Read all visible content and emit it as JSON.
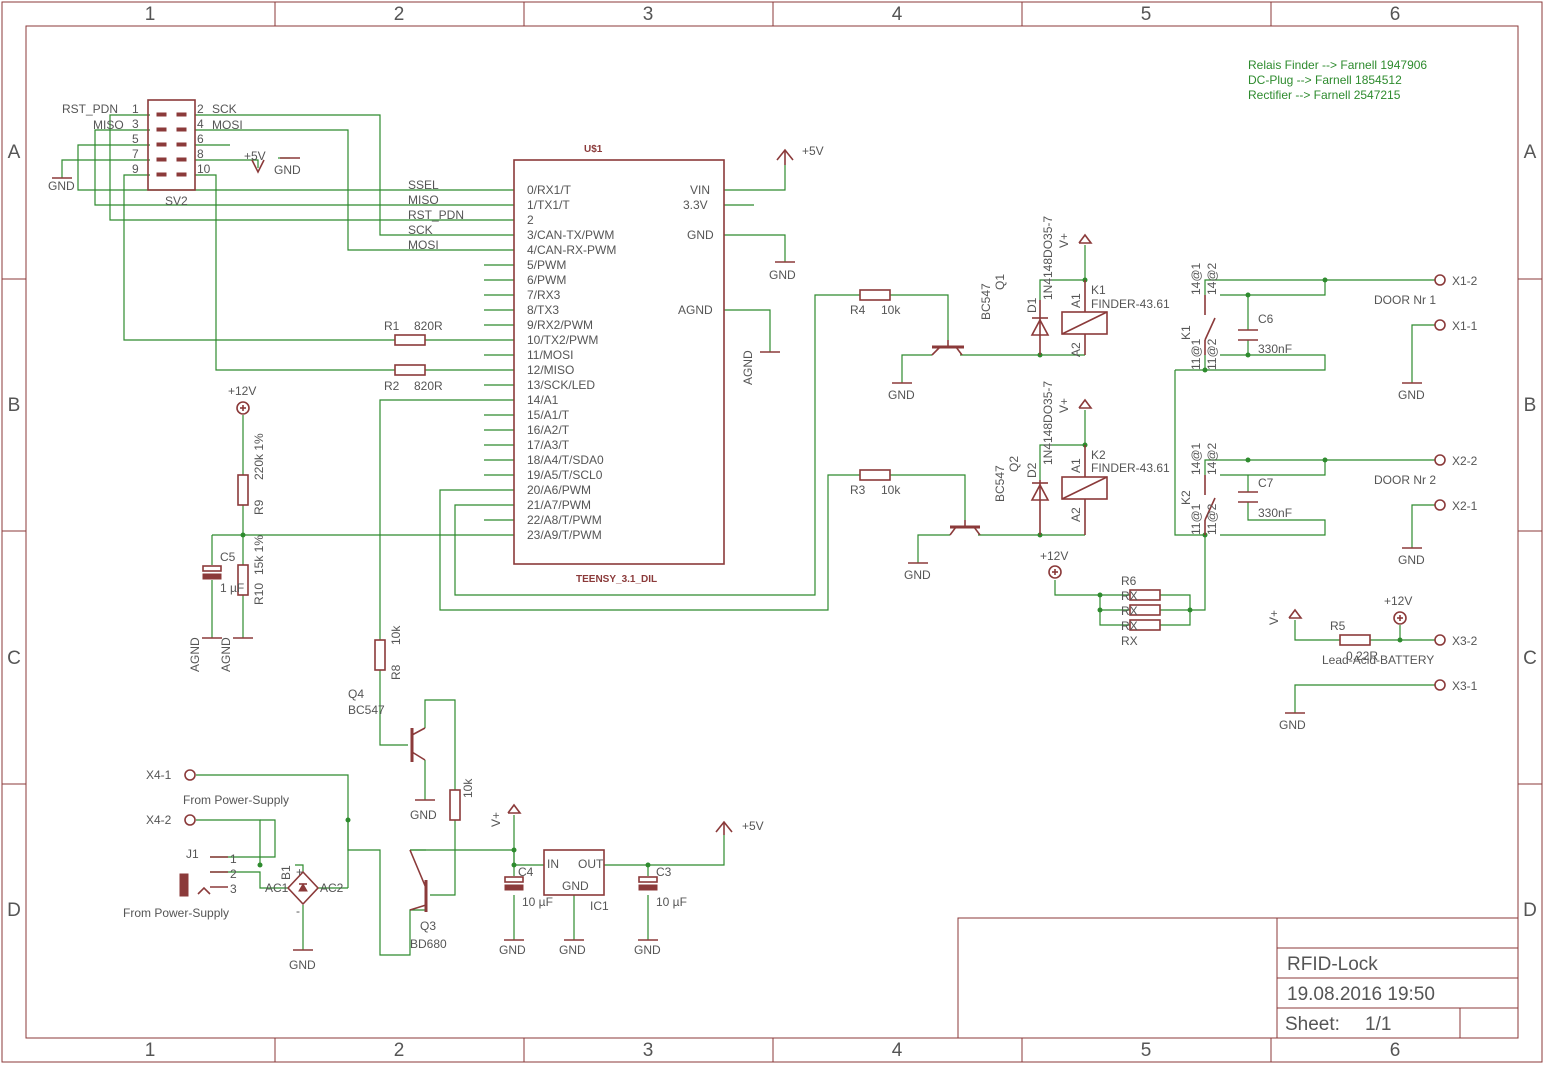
{
  "frame": {
    "columns": [
      "1",
      "2",
      "3",
      "4",
      "5",
      "6"
    ],
    "rows": [
      "A",
      "B",
      "C",
      "D"
    ]
  },
  "notes": [
    "Relais Finder --> Farnell 1947906",
    "DC-Plug --> Farnell 1854512",
    "Rectifier --> Farnell 2547215"
  ],
  "title_block": {
    "title": "RFID-Lock",
    "date": "19.08.2016 19:50",
    "sheet_label": "Sheet:",
    "sheet_value": "1/1"
  },
  "header_sv2": {
    "name": "SV2",
    "left_labels": [
      "RST_PDN",
      "MISO"
    ],
    "pins_left": [
      "1",
      "3",
      "5",
      "7",
      "9"
    ],
    "pins_right": [
      "2",
      "4",
      "6",
      "8",
      "10"
    ],
    "right_labels": [
      "SCK",
      "MOSI"
    ]
  },
  "teensy": {
    "name": "U$1",
    "value": "TEENSY_3.1_DIL",
    "left_pins": [
      "0/RX1/T",
      "1/TX1/T",
      "2",
      "3/CAN-TX/PWM",
      "4/CAN-RX-PWM",
      "5/PWM",
      "6/PWM",
      "7/RX3",
      "8/TX3",
      "9/RX2/PWM",
      "10/TX2/PWM",
      "11/MOSI",
      "12/MISO",
      "13/SCK/LED",
      "14/A1",
      "15/A1/T",
      "16/A2/T",
      "17/A3/T",
      "18/A4/T/SDA0",
      "19/A5/T/SCL0",
      "20/A6/PWM",
      "21/A7/PWM",
      "22/A8/T/PWM",
      "23/A9/T/PWM"
    ],
    "right_pins": [
      "VIN",
      "3.3V",
      "GND",
      "AGND"
    ],
    "net_labels": [
      "SSEL",
      "MISO",
      "RST_PDN",
      "SCK",
      "MOSI"
    ]
  },
  "labels": {
    "gnd": "GND",
    "agnd": "AGND",
    "p5v": "+5V",
    "p12v": "+12V",
    "vplus": "V+",
    "r1": "R1",
    "r1v": "820R",
    "r2": "R2",
    "r2v": "820R",
    "r3": "R3",
    "r3v": "10k",
    "r4": "R4",
    "r4v": "10k",
    "r5": "R5",
    "r5v": "0.22R",
    "r6": "R6",
    "rx1": "RX",
    "rx2": "RX",
    "rx3": "RX",
    "rx4": "RX",
    "r8": "R8",
    "r8v": "10k",
    "r7v": "10k",
    "r9": "R9",
    "r9v": "220k 1%",
    "r10": "R10",
    "r10v": "15k 1%",
    "c3": "C3",
    "c3v": "10 µF",
    "c4": "C4",
    "c4v": "10 µF",
    "c5": "C5",
    "c5v": "1 µF",
    "c6": "C6",
    "c6v": "330nF",
    "c7": "C7",
    "c7v": "330nF",
    "q1": "Q1",
    "q1v": "BC547",
    "q2": "Q2",
    "q2v": "BC547",
    "q3": "Q3",
    "q3v": "BD680",
    "q4": "Q4",
    "q4v": "BC547",
    "d1": "D1",
    "d1v": "1N4148DO35-7",
    "d2": "D2",
    "d2v": "1N4148DO35-7",
    "k1": "K1",
    "k1v": "FINDER-43.61",
    "k2": "K2",
    "k2v": "FINDER-43.61",
    "a1": "A1",
    "a2": "A2",
    "p14a": "14@1",
    "p14b": "14@2",
    "p11a": "11@1",
    "p11b": "11@2",
    "x11": "X1-1",
    "x12": "X1-2",
    "x21": "X2-1",
    "x22": "X2-2",
    "x31": "X3-1",
    "x32": "X3-2",
    "x41": "X4-1",
    "x42": "X4-2",
    "door1": "DOOR Nr 1",
    "door2": "DOOR Nr 2",
    "battery": "Lead-Acid-BATTERY",
    "ic1": "IC1",
    "in": "IN",
    "out": "OUT",
    "j1": "J1",
    "b1": "B1",
    "ac1": "AC1",
    "ac2": "AC2",
    "plus": "+",
    "minus": "-",
    "fps1": "From Power-Supply",
    "fps2": "From Power-Supply",
    "n1": "1",
    "n2": "2",
    "n3": "3"
  },
  "colors": {
    "component": "#8b3a3a",
    "wire": "#2e8b2e",
    "text": "#555555"
  }
}
